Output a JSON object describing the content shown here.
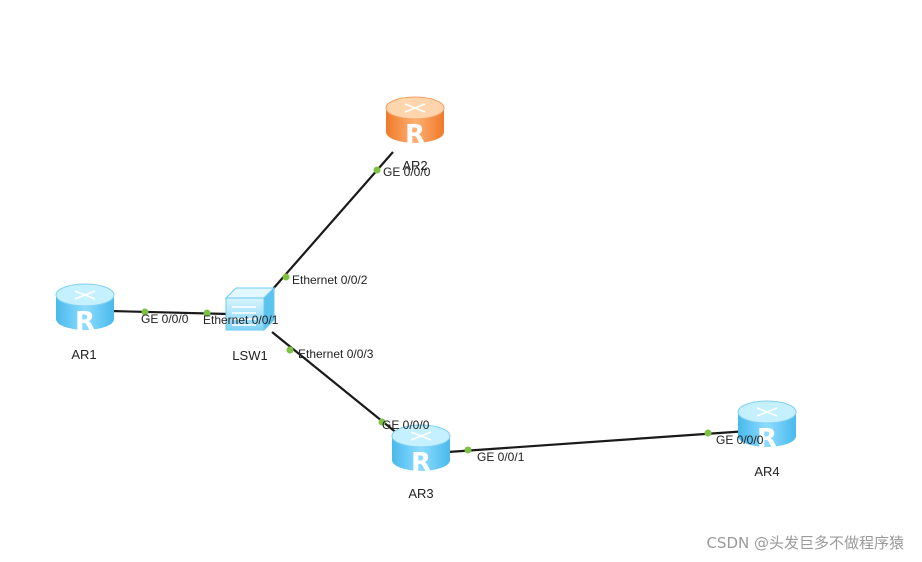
{
  "diagram": {
    "devices": [
      {
        "id": "AR1",
        "label": "AR1",
        "type": "router",
        "color": "blue"
      },
      {
        "id": "AR2",
        "label": "AR2",
        "type": "router",
        "color": "orange"
      },
      {
        "id": "AR3",
        "label": "AR3",
        "type": "router",
        "color": "blue"
      },
      {
        "id": "AR4",
        "label": "AR4",
        "type": "router",
        "color": "blue"
      },
      {
        "id": "LSW1",
        "label": "LSW1",
        "type": "switch",
        "color": "blue"
      }
    ],
    "links": [
      {
        "from": "AR1",
        "from_port": "GE 0/0/0",
        "to": "LSW1",
        "to_port": "Ethernet 0/0/1"
      },
      {
        "from": "LSW1",
        "from_port": "Ethernet 0/0/2",
        "to": "AR2",
        "to_port": "GE 0/0/0"
      },
      {
        "from": "LSW1",
        "from_port": "Ethernet 0/0/3",
        "to": "AR3",
        "to_port": "GE 0/0/0"
      },
      {
        "from": "AR3",
        "from_port": "GE 0/0/1",
        "to": "AR4",
        "to_port": "GE 0/0/0"
      }
    ],
    "router_glyph": "R",
    "watermark": "CSDN @头发巨多不做程序猿"
  },
  "colors": {
    "router_blue_top": "#bfeeff",
    "router_blue_body": "#5cc8f5",
    "router_orange_top": "#ffd2a8",
    "router_orange_body": "#f58a3a",
    "link": "#1a1a1a",
    "port_dot": "#7dc243"
  }
}
